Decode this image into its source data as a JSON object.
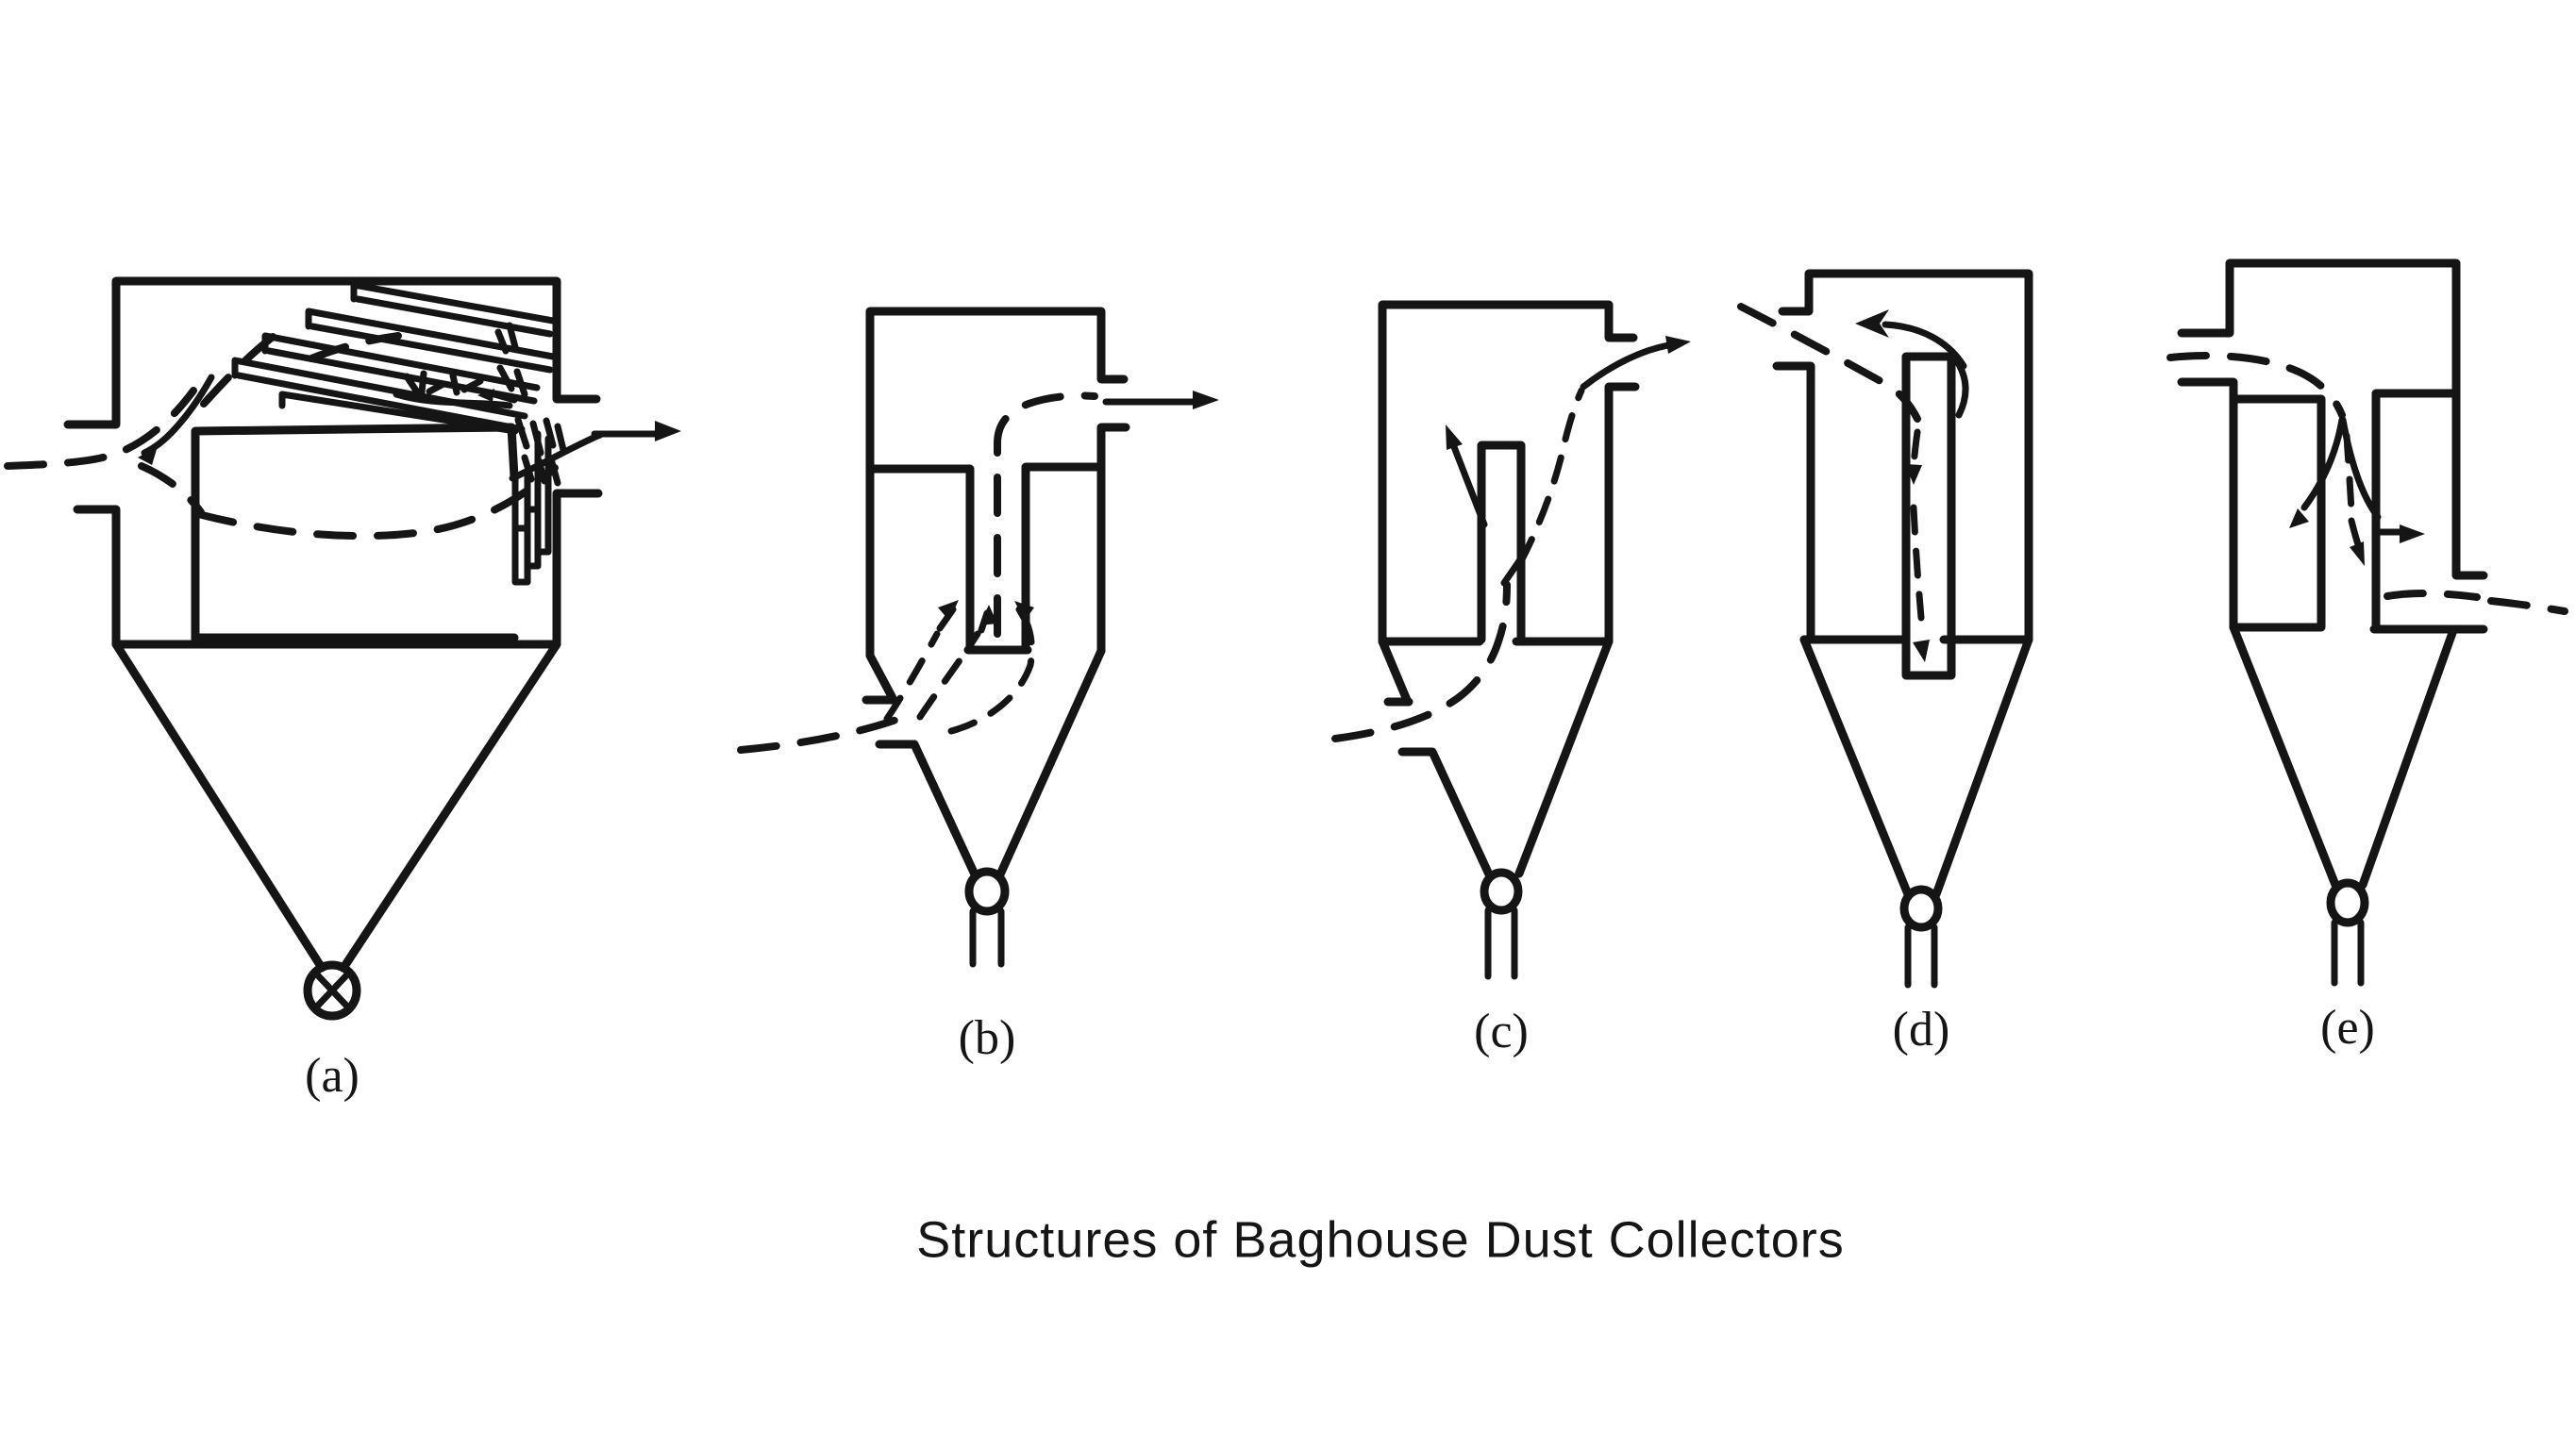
{
  "figure": {
    "title": "Structures of Baghouse Dust Collectors",
    "ink_color": "#151515",
    "background_color": "#ffffff",
    "panels": [
      {
        "label": "(a)"
      },
      {
        "label": "(b)"
      },
      {
        "label": "(c)"
      },
      {
        "label": "(d)"
      },
      {
        "label": "(e)"
      }
    ]
  }
}
